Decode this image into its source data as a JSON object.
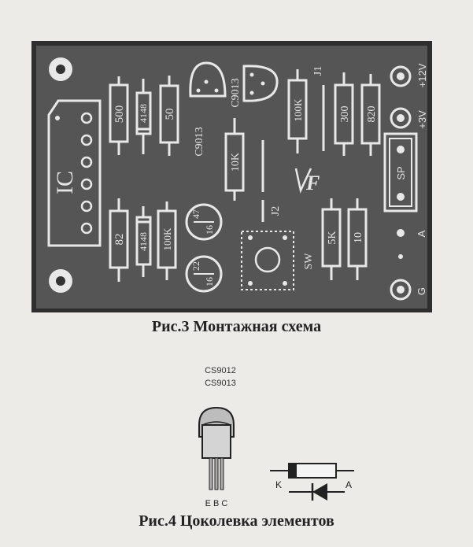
{
  "figure3": {
    "caption": "Рис.3 Монтажная схема",
    "labels": {
      "ic": "IC",
      "r500": "500",
      "d4148a": "4148",
      "r50": "50",
      "q1": "C9013",
      "q2": "C9013",
      "r10k": "10K",
      "r100k_top": "100K",
      "j1": "J1",
      "r300": "300",
      "r820": "820",
      "plus12v": "+12V",
      "plus3v": "+3V",
      "sp": "SP",
      "logo": "F",
      "j2": "J2",
      "r82": "82",
      "d4148b": "4148",
      "r100k_bottom": "100K",
      "c47_top": "47",
      "c47_bottom": "16",
      "c22_top": "22",
      "c22_bottom": "16",
      "sw": "SW",
      "r5k": "5K",
      "r10": "10",
      "a": "A",
      "g": "G"
    }
  },
  "figure4": {
    "caption": "Рис.4 Цоколевка элементов",
    "transistor_types": [
      "CS9012",
      "CS9013"
    ],
    "pins": "E B C",
    "diode_k": "K",
    "diode_a": "A"
  },
  "colors": {
    "paper": "#ecebe7",
    "board": "#545454",
    "board_edge": "#2e2e2e",
    "silk": "#e8e8e8",
    "ink": "#222222"
  }
}
